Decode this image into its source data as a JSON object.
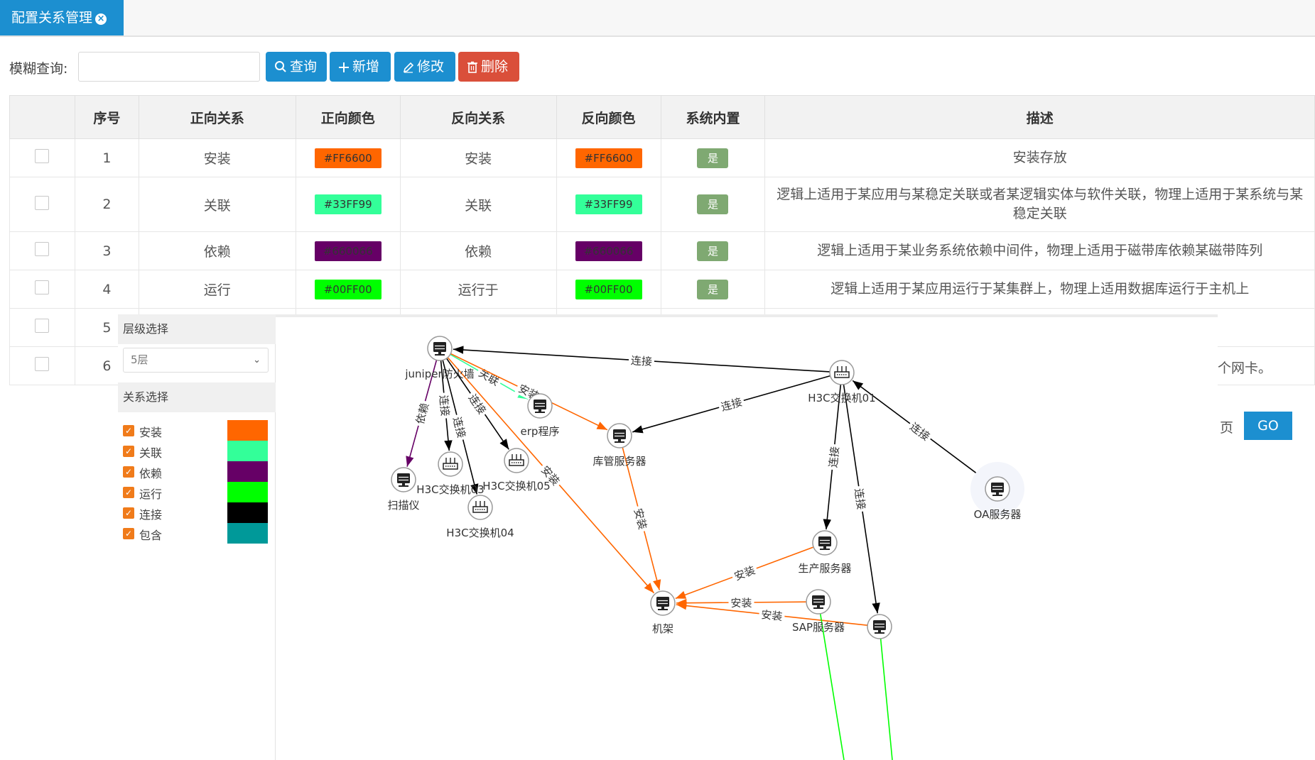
{
  "tab": {
    "title": "配置关系管理"
  },
  "toolbar": {
    "search_label": "模糊查询:",
    "search_value": "",
    "query_label": "查询",
    "add_label": "新增",
    "edit_label": "修改",
    "delete_label": "删除"
  },
  "table": {
    "headers": [
      "序号",
      "正向关系",
      "正向颜色",
      "反向关系",
      "反向颜色",
      "系统内置",
      "描述"
    ],
    "rows": [
      {
        "no": "1",
        "forward": "安装",
        "forward_color": "#FF6600",
        "reverse": "安装",
        "reverse_color": "#FF6600",
        "builtin": "是",
        "desc": "安装存放"
      },
      {
        "no": "2",
        "forward": "关联",
        "forward_color": "#33FF99",
        "reverse": "关联",
        "reverse_color": "#33FF99",
        "builtin": "是",
        "desc": "逻辑上适用于某应用与某稳定关联或者某逻辑实体与软件关联，物理上适用于某系统与某稳定关联"
      },
      {
        "no": "3",
        "forward": "依赖",
        "forward_color": "#660066",
        "reverse": "依赖",
        "reverse_color": "#660066",
        "builtin": "是",
        "desc": "逻辑上适用于某业务系统依赖中间件，物理上适用于磁带库依赖某磁带阵列"
      },
      {
        "no": "4",
        "forward": "运行",
        "forward_color": "#00FF00",
        "reverse": "运行于",
        "reverse_color": "#00FF00",
        "builtin": "是",
        "desc": "逻辑上适用于某应用运行于某集群上，物理上适用数据库运行于主机上"
      },
      {
        "no": "5"
      },
      {
        "no": "6",
        "desc_tail": "个网卡。"
      }
    ]
  },
  "pager": {
    "page_suffix": "页",
    "go_label": "GO"
  },
  "panel": {
    "level_title": "层级选择",
    "level_value": "5层",
    "relation_title": "关系选择",
    "relations": [
      {
        "name": "安装",
        "color": "#FF6600",
        "checked": true
      },
      {
        "name": "关联",
        "color": "#33FF99",
        "checked": true
      },
      {
        "name": "依赖",
        "color": "#660066",
        "checked": true
      },
      {
        "name": "运行",
        "color": "#00FF00",
        "checked": true
      },
      {
        "name": "连接",
        "color": "#000000",
        "checked": true
      },
      {
        "name": "包含",
        "color": "#009999",
        "checked": true
      }
    ]
  },
  "graph": {
    "nodes": [
      {
        "id": "juniper",
        "label": "juniper防火墙",
        "icon": "server-icon"
      },
      {
        "id": "h3c01",
        "label": "H3C交换机01",
        "icon": "switch-icon"
      },
      {
        "id": "erp",
        "label": "erp程序",
        "icon": "server-icon"
      },
      {
        "id": "kuguan",
        "label": "库管服务器",
        "icon": "server-icon"
      },
      {
        "id": "scanner",
        "label": "扫描仪",
        "icon": "server-icon"
      },
      {
        "id": "h3c03",
        "label": "H3C交换机03",
        "icon": "switch-icon"
      },
      {
        "id": "h3c05",
        "label": "H3C交换机05",
        "icon": "switch-icon"
      },
      {
        "id": "h3c04",
        "label": "H3C交换机04",
        "icon": "switch-icon"
      },
      {
        "id": "oa",
        "label": "OA服务器",
        "icon": "server-icon"
      },
      {
        "id": "prod",
        "label": "生产服务器",
        "icon": "server-icon"
      },
      {
        "id": "rack",
        "label": "机架",
        "icon": "server-icon"
      },
      {
        "id": "sap",
        "label": "SAP服务器",
        "icon": "server-icon"
      },
      {
        "id": "n13",
        "label": "",
        "icon": "server-icon"
      }
    ],
    "edges": [
      {
        "from": "h3c01",
        "to": "juniper",
        "label": "连接",
        "color": "#000000"
      },
      {
        "from": "juniper",
        "to": "erp",
        "label": "关联",
        "color": "#33FF99"
      },
      {
        "from": "juniper",
        "to": "kuguan",
        "label": "安装",
        "color": "#FF6600"
      },
      {
        "from": "juniper",
        "to": "scanner",
        "label": "依赖",
        "color": "#660066"
      },
      {
        "from": "juniper",
        "to": "h3c03",
        "label": "连接",
        "color": "#000000"
      },
      {
        "from": "juniper",
        "to": "h3c04",
        "label": "连接",
        "color": "#000000"
      },
      {
        "from": "juniper",
        "to": "h3c05",
        "label": "连接",
        "color": "#000000"
      },
      {
        "from": "juniper",
        "to": "rack",
        "label": "安装",
        "color": "#FF6600"
      },
      {
        "from": "h3c01",
        "to": "kuguan",
        "label": "连接",
        "color": "#000000"
      },
      {
        "from": "oa",
        "to": "h3c01",
        "label": "连接",
        "color": "#000000"
      },
      {
        "from": "h3c01",
        "to": "prod",
        "label": "连接",
        "color": "#000000"
      },
      {
        "from": "h3c01",
        "to": "n13",
        "label": "连接",
        "color": "#000000"
      },
      {
        "from": "kuguan",
        "to": "rack",
        "label": "安装",
        "color": "#FF6600"
      },
      {
        "from": "prod",
        "to": "rack",
        "label": "安装",
        "color": "#FF6600"
      },
      {
        "from": "sap",
        "to": "rack",
        "label": "安装",
        "color": "#FF6600"
      },
      {
        "from": "n13",
        "to": "rack",
        "label": "安装",
        "color": "#FF6600"
      },
      {
        "from": "sap",
        "to": "",
        "label": "",
        "color": "#00FF00"
      },
      {
        "from": "n13",
        "to": "",
        "label": "",
        "color": "#00FF00"
      }
    ]
  }
}
